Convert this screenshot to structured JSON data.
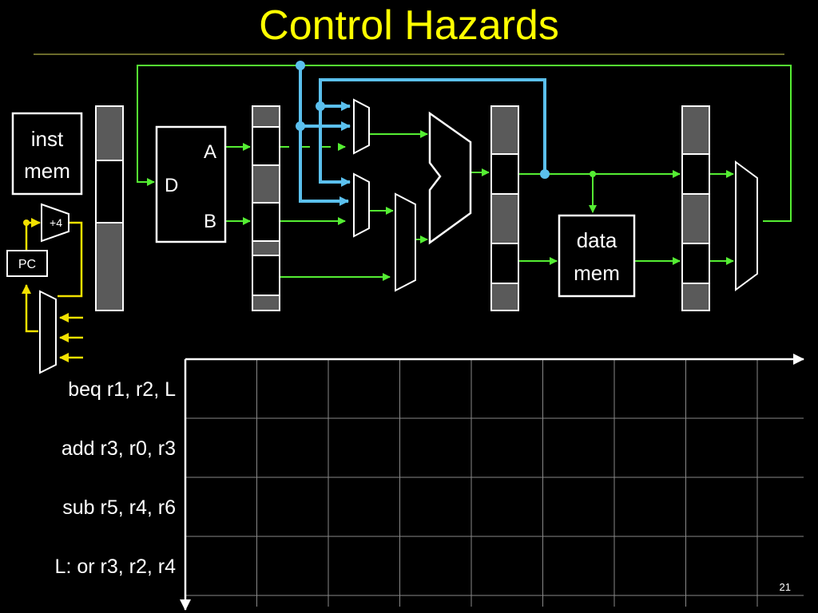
{
  "slide": {
    "title": "Control Hazards",
    "page_number": "21"
  },
  "colors": {
    "title": "#ffff00",
    "green_wire": "#55ee33",
    "blue_wire": "#5bc0ee",
    "yellow_wire": "#f2e100",
    "register_fill": "#5a5a5a",
    "background": "#000000"
  },
  "diagram": {
    "inst_mem": {
      "line1": "inst",
      "line2": "mem"
    },
    "adder": "+4",
    "pc": "PC",
    "register_file": {
      "dest": "D",
      "port_a": "A",
      "port_b": "B"
    },
    "data_mem": {
      "line1": "data",
      "line2": "mem"
    }
  },
  "timeline": {
    "instructions": [
      "beq r1, r2, L",
      "add r3, r0, r3",
      "sub r5, r4, r6",
      "L: or r3, r2, r4"
    ],
    "columns": 9
  }
}
